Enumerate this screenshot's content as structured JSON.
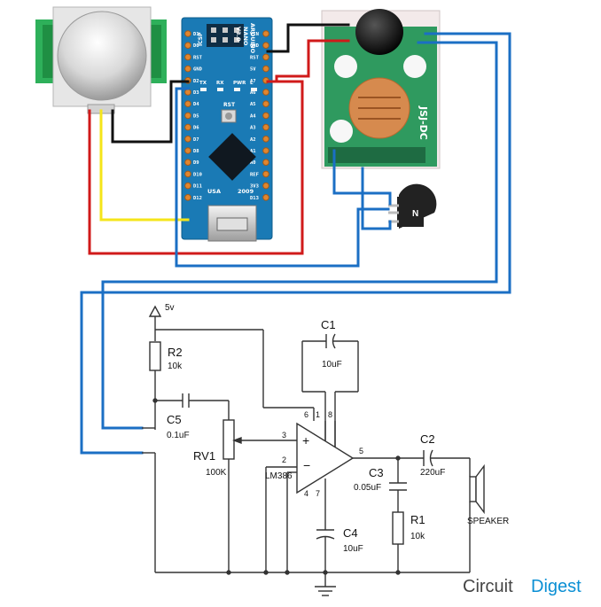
{
  "brand": {
    "part1": "Circuit",
    "part2": "Digest",
    "accent": "#0a8fd4",
    "dark": "#444444"
  },
  "colors": {
    "wire_blue": "#1b6fc4",
    "wire_red": "#d01a1a",
    "wire_black": "#111111",
    "wire_yellow": "#f5e51a",
    "arduino_blue": "#1a7ab5",
    "module_green": "#2f9a5f",
    "pir_green": "#2eb05a"
  },
  "arduino": {
    "name": "ARDUINO",
    "model": "NANO",
    "version": "V3.0",
    "icsp": "ICSP",
    "usa": "USA",
    "year": "2009",
    "rst": "RST",
    "leds": [
      "TX",
      "RX",
      "PWR",
      "L"
    ],
    "left_pins": [
      "D1",
      "D0",
      "RST",
      "GND",
      "D2",
      "D3",
      "D4",
      "D5",
      "D6",
      "D7",
      "D8",
      "D9",
      "D10",
      "D11",
      "D12"
    ],
    "right_pins": [
      "VIN",
      "GND",
      "RST",
      "5V",
      "A7",
      "A6",
      "A5",
      "A4",
      "A3",
      "A2",
      "A1",
      "A0",
      "REF",
      "3V3",
      "D13"
    ]
  },
  "sound_module_label": "JSJ-DC",
  "schematic": {
    "supply": "5v",
    "r2": {
      "name": "R2",
      "value": "10k"
    },
    "c1": {
      "name": "C1",
      "value": "10uF"
    },
    "c5": {
      "name": "C5",
      "value": "0.1uF"
    },
    "rv1": {
      "name": "RV1",
      "value": "100K"
    },
    "ic": {
      "name": "LM386",
      "pins": [
        "6",
        "1",
        "8",
        "3",
        "2",
        "4",
        "7",
        "5"
      ],
      "plus": "+",
      "minus": "−"
    },
    "c2": {
      "name": "C2",
      "value": "220uF"
    },
    "c3": {
      "name": "C3",
      "value": "0.05uF"
    },
    "r1": {
      "name": "R1",
      "value": "10k"
    },
    "c4": {
      "name": "C4",
      "value": "10uF"
    },
    "speaker": "SPEAKER"
  }
}
